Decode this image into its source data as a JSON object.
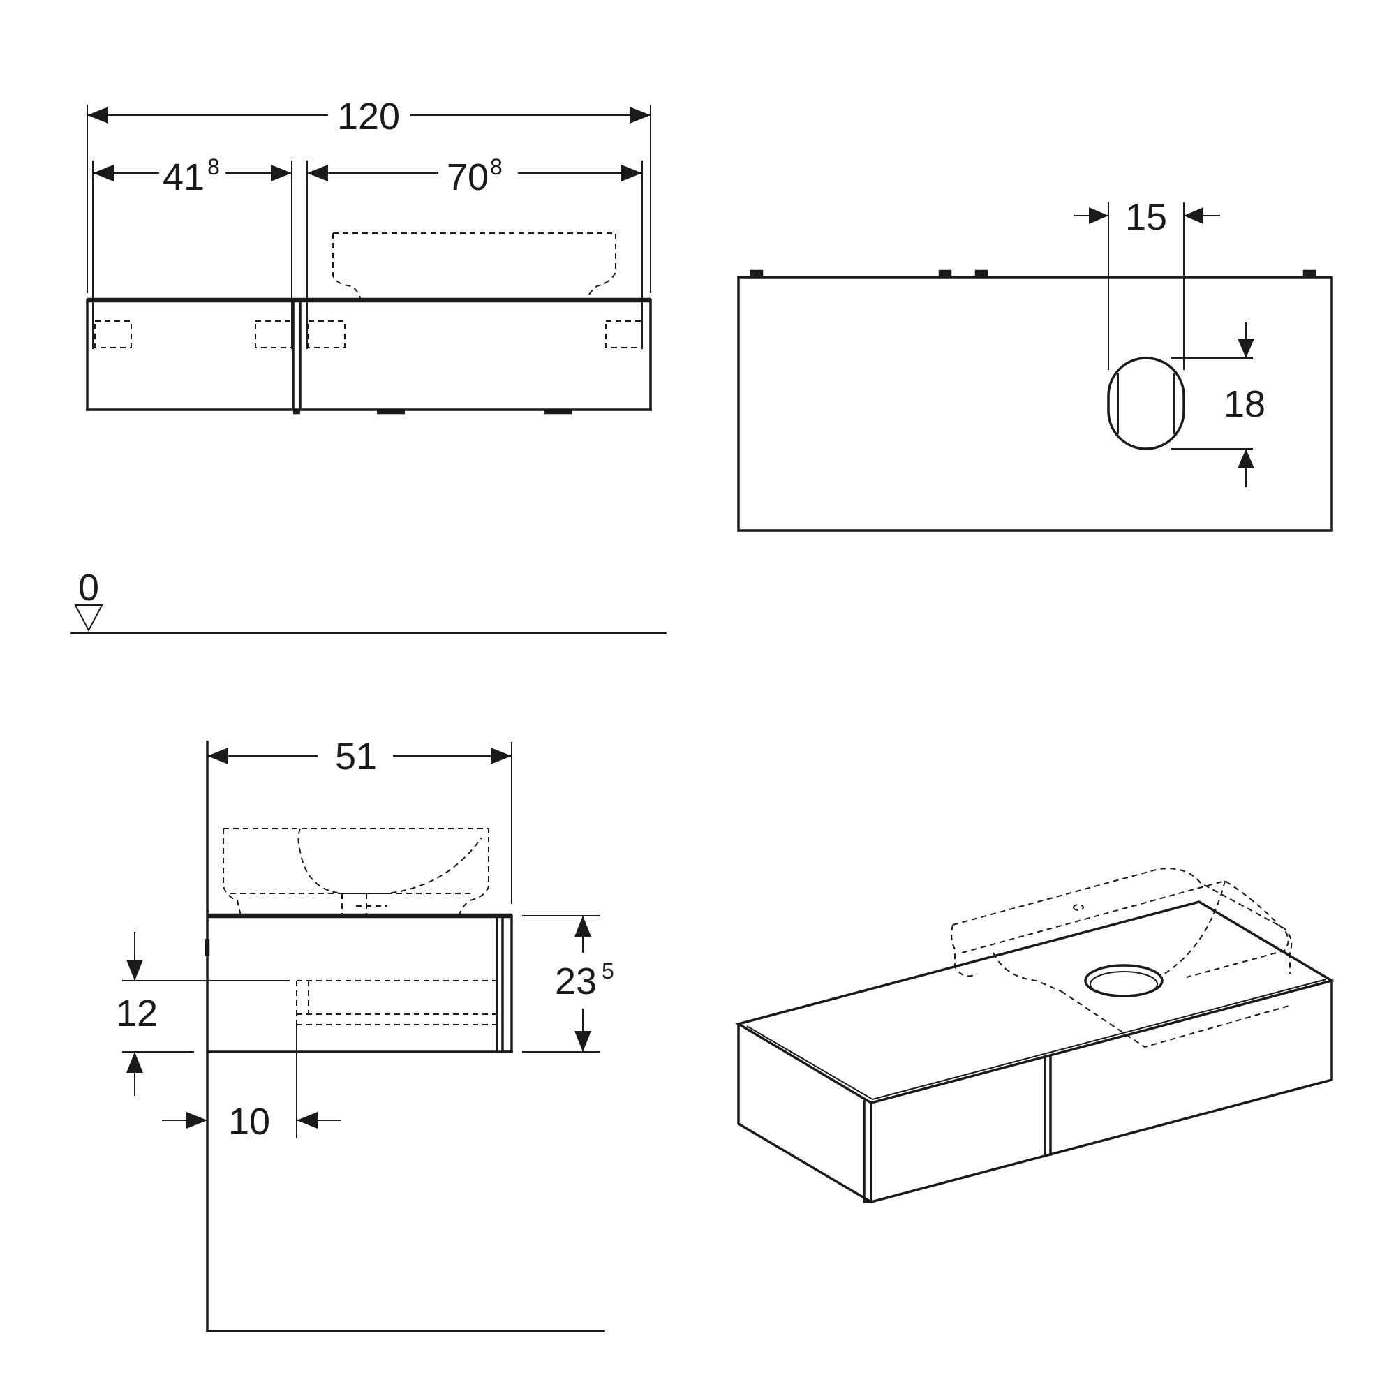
{
  "dimensions": {
    "total_width": {
      "main": "120",
      "sup": ""
    },
    "left_drawer": {
      "main": "41",
      "sup": "8"
    },
    "right_drawer": {
      "main": "70",
      "sup": "8"
    },
    "hole_width": {
      "main": "15",
      "sup": ""
    },
    "hole_height": {
      "main": "18",
      "sup": ""
    },
    "floor_level": {
      "main": "0",
      "sup": ""
    },
    "depth": {
      "main": "51",
      "sup": ""
    },
    "height": {
      "main": "23",
      "sup": "5"
    },
    "offset_height": {
      "main": "12",
      "sup": ""
    },
    "offset_depth": {
      "main": "10",
      "sup": ""
    }
  }
}
